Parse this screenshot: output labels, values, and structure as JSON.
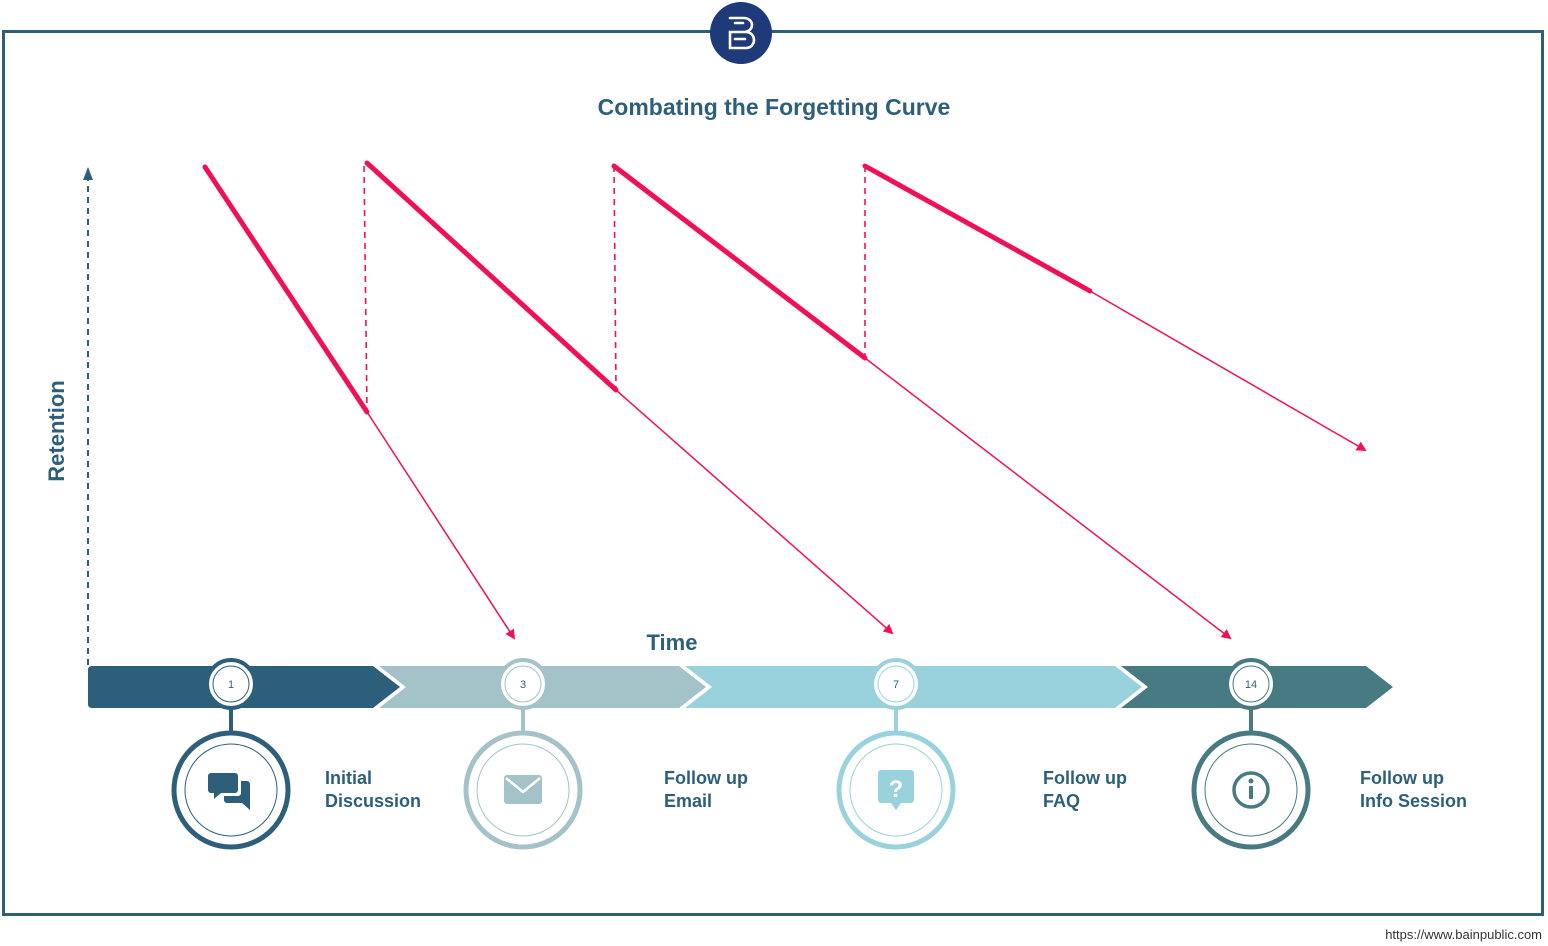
{
  "title": "Combating the Forgetting Curve",
  "axes": {
    "y_label": "Retention",
    "x_label": "Time"
  },
  "colors": {
    "frame": "#2d5f7b",
    "curve": "#f0105a",
    "logo": "#1f3a78",
    "segment_1": "#2d5f7b",
    "segment_2": "#a3c3c9",
    "segment_3": "#99d2dc",
    "segment_4": "#477a82"
  },
  "milestones": [
    {
      "day": "1",
      "line1": "Initial",
      "line2": "Discussion",
      "icon": "chat-icon",
      "color": "#2d5f7b"
    },
    {
      "day": "3",
      "line1": "Follow up",
      "line2": "Email",
      "icon": "envelope-icon",
      "color": "#a3c3c9"
    },
    {
      "day": "7",
      "line1": "Follow up",
      "line2": "FAQ",
      "icon": "question-icon",
      "color": "#99d2dc"
    },
    {
      "day": "14",
      "line1": "Follow up",
      "line2": "Info Session",
      "icon": "info-icon",
      "color": "#477a82"
    }
  ],
  "footer_url": "https://www.bainpublic.com"
}
